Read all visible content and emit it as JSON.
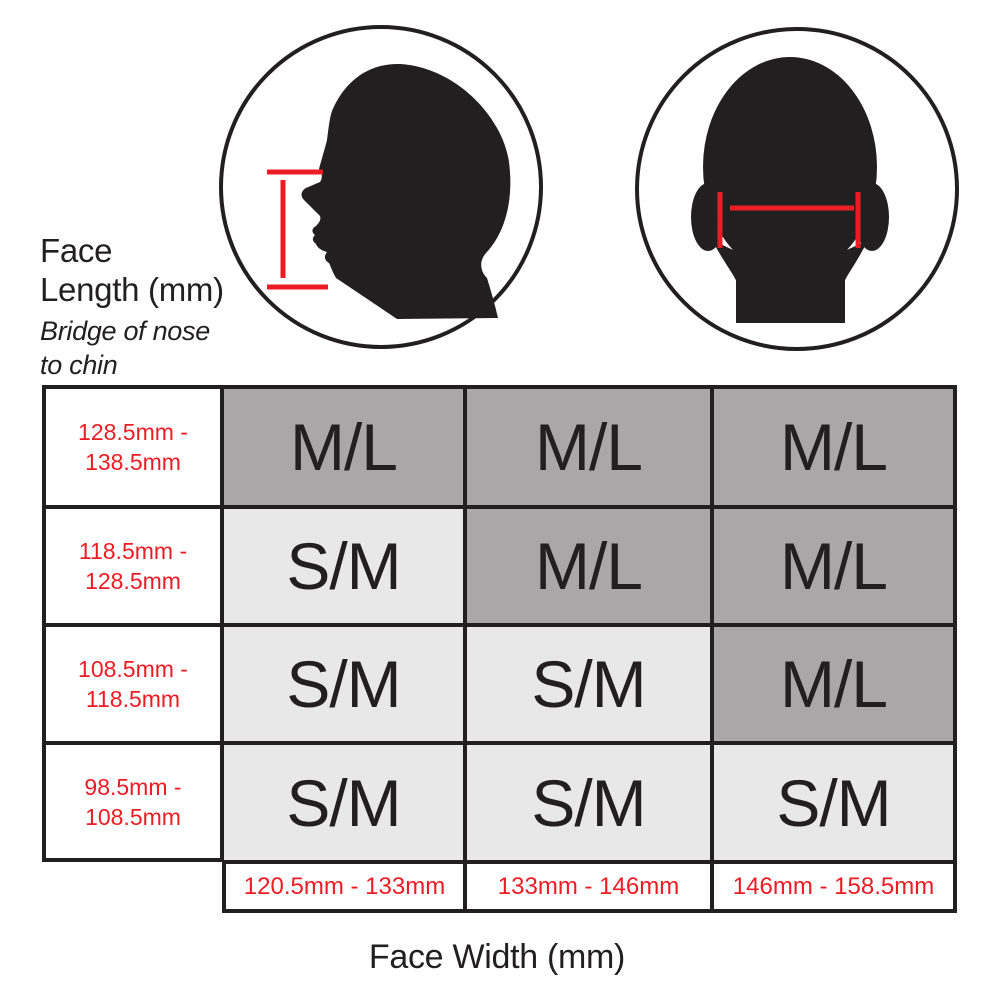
{
  "face_length_label": {
    "line1": "Face",
    "line2": "Length (mm)",
    "note1": "Bridge of nose",
    "note2": "to chin"
  },
  "face_width_label": "Face Width (mm)",
  "illustrations": {
    "left": "head-profile-silhouette-with-vertical-red-measure",
    "right": "head-back-silhouette-with-horizontal-red-measure"
  },
  "table": {
    "row_labels": [
      "128.5mm - 138.5mm",
      "118.5mm - 128.5mm",
      "108.5mm - 118.5mm",
      "98.5mm - 108.5mm"
    ],
    "col_labels": [
      "120.5mm - 133mm",
      "133mm - 146mm",
      "146mm - 158.5mm"
    ],
    "cells": [
      [
        "M/L",
        "M/L",
        "M/L"
      ],
      [
        "S/M",
        "M/L",
        "M/L"
      ],
      [
        "S/M",
        "S/M",
        "M/L"
      ],
      [
        "S/M",
        "S/M",
        "S/M"
      ]
    ]
  },
  "colors": {
    "red": "#ed1c24",
    "ink": "#221f20",
    "ml": "#a9a7a8",
    "sm": "#e9e8e9",
    "bg": "#ffffff"
  }
}
